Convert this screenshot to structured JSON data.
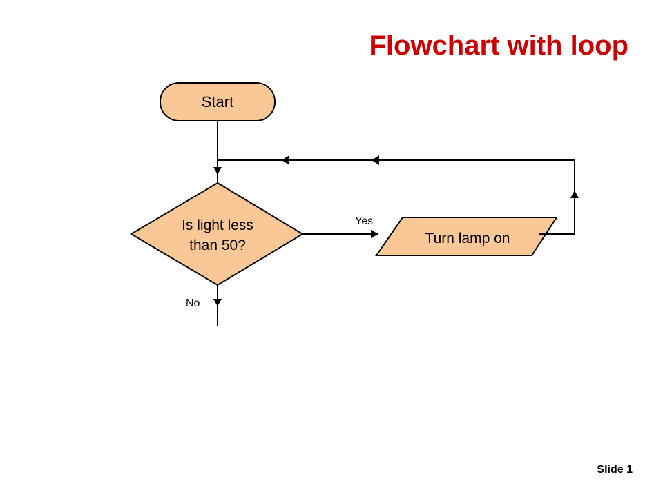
{
  "slide": {
    "title": "Flowchart with loop",
    "number_label": "Slide 1"
  },
  "flowchart": {
    "start_label": "Start",
    "decision_label_lines": [
      "Is light less",
      "than 50?"
    ],
    "process_label": "Turn lamp on",
    "yes_label": "Yes",
    "no_label": "No"
  },
  "colors": {
    "shape_fill": "#fac896",
    "stroke": "#000000",
    "title": "#cc0000"
  }
}
